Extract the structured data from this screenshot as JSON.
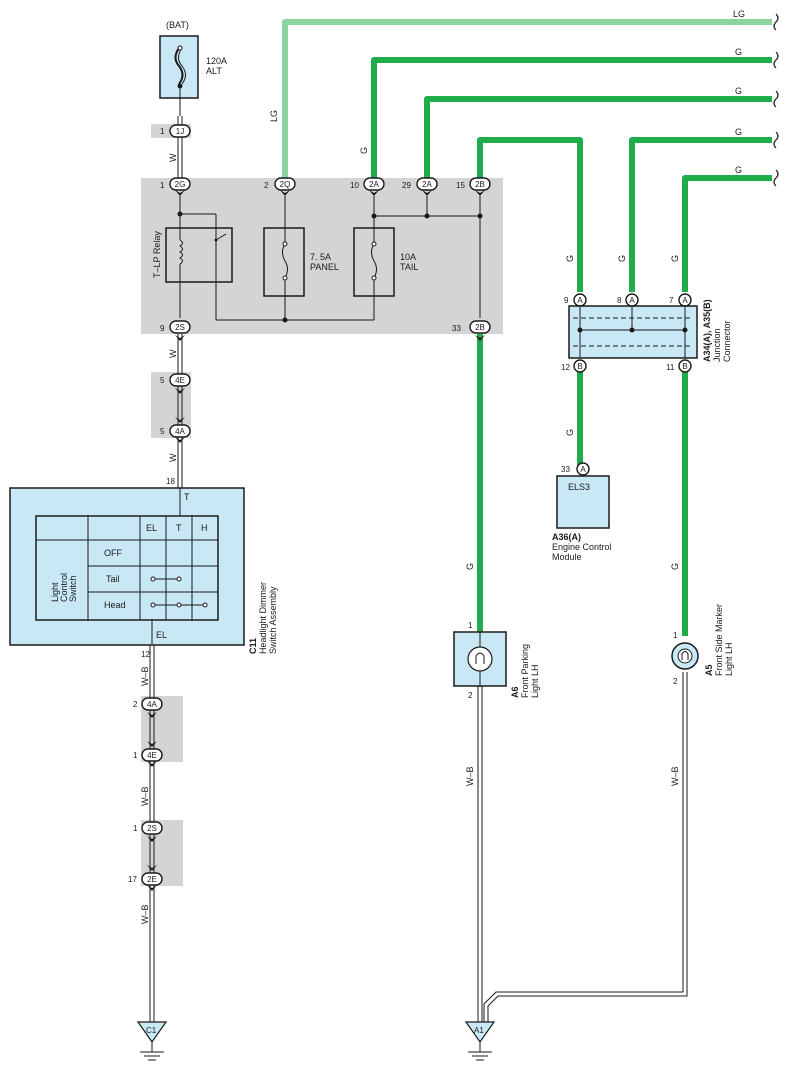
{
  "colors": {
    "wire_g": "#1fad4c",
    "wire_lg": "#8fd4a0",
    "junction_gray": "#d3d4d6",
    "component_blue": "#c9e8f6",
    "ink": "#1a1a1a"
  },
  "source": {
    "bat": "(BAT)",
    "fuse_rating": "120A",
    "fuse_name": "ALT",
    "connector_pin": "1",
    "connector": "1J"
  },
  "junction_block": {
    "relay_label": "T–LP Relay",
    "fuse_panel_rating": "7. 5A",
    "fuse_panel_name": "PANEL",
    "fuse_tail_rating": "10A",
    "fuse_tail_name": "TAIL",
    "top_connectors": [
      {
        "pin": "1",
        "id": "2G"
      },
      {
        "pin": "2",
        "id": "2Q"
      },
      {
        "pin": "10",
        "id": "2A"
      },
      {
        "pin": "29",
        "id": "2A"
      },
      {
        "pin": "15",
        "id": "2B"
      }
    ],
    "bottom_connectors": [
      {
        "pin": "9",
        "id": "2S"
      },
      {
        "pin": "33",
        "id": "2B"
      }
    ]
  },
  "wires": {
    "lg": "LG",
    "g": "G",
    "w": "W",
    "wb": "W–B"
  },
  "right_edge_labels": [
    "LG",
    "G",
    "G",
    "G",
    "G"
  ],
  "left_chain": {
    "c4e_top": {
      "pin": "5",
      "id": "4E"
    },
    "c4a_top": {
      "pin": "5",
      "id": "4A"
    },
    "c4a_bot": {
      "pin": "2",
      "id": "4A"
    },
    "c4e_bot": {
      "pin": "1",
      "id": "4E"
    },
    "c2s": {
      "pin": "1",
      "id": "2S"
    },
    "c2e": {
      "pin": "17",
      "id": "2E"
    }
  },
  "switch": {
    "pin_top": "18",
    "term_top": "T",
    "pin_bottom": "12",
    "term_bottom": "EL",
    "title": "Light\nControl\nSwitch",
    "cols": [
      "EL",
      "T",
      "H"
    ],
    "rows": [
      "OFF",
      "Tail",
      "Head"
    ],
    "code": "C11",
    "name_line1": "Headlight Dimmer",
    "name_line2": "Switch Assembly"
  },
  "junction_connector": {
    "top_pins": [
      {
        "pin": "9",
        "id": "A"
      },
      {
        "pin": "8",
        "id": "A"
      },
      {
        "pin": "7",
        "id": "A"
      }
    ],
    "bottom_pins": [
      {
        "pin": "12",
        "id": "B"
      },
      {
        "pin": "11",
        "id": "B"
      }
    ],
    "code": "A34(A), A35(B)",
    "name_line1": "Junction",
    "name_line2": "Connector"
  },
  "ecm": {
    "pin": "33",
    "pin_id": "A",
    "label": "ELS3",
    "code": "A36(A)",
    "name_line1": "Engine Control",
    "name_line2": "Module"
  },
  "parking_light": {
    "pin_top": "1",
    "pin_bottom": "2",
    "code": "A6",
    "name_line1": "Front Parking",
    "name_line2": "Light LH"
  },
  "side_marker": {
    "pin_top": "1",
    "pin_bottom": "2",
    "code": "A5",
    "name_line1": "Front Side Marker",
    "name_line2": "Light LH"
  },
  "grounds": {
    "left": "C1",
    "right": "A1"
  }
}
